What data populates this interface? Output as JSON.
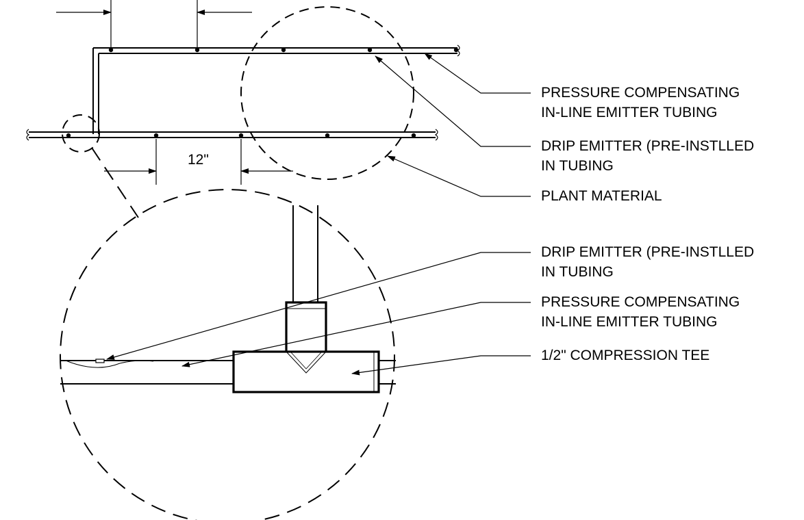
{
  "dimension_label": "12\"",
  "callouts": [
    {
      "line1": "PRESSURE COMPENSATING",
      "line2": "IN-LINE EMITTER TUBING"
    },
    {
      "line1": "DRIP EMITTER (PRE-INSTLLED",
      "line2": "IN TUBING"
    },
    {
      "line1": "PLANT MATERIAL"
    },
    {
      "line1": "DRIP EMITTER (PRE-INSTLLED",
      "line2": "IN TUBING"
    },
    {
      "line1": "PRESSURE COMPENSATING",
      "line2": "IN-LINE EMITTER TUBING"
    },
    {
      "line1": "1/2\" COMPRESSION TEE"
    }
  ],
  "colors": {
    "line": "#000000",
    "background": "#ffffff"
  }
}
